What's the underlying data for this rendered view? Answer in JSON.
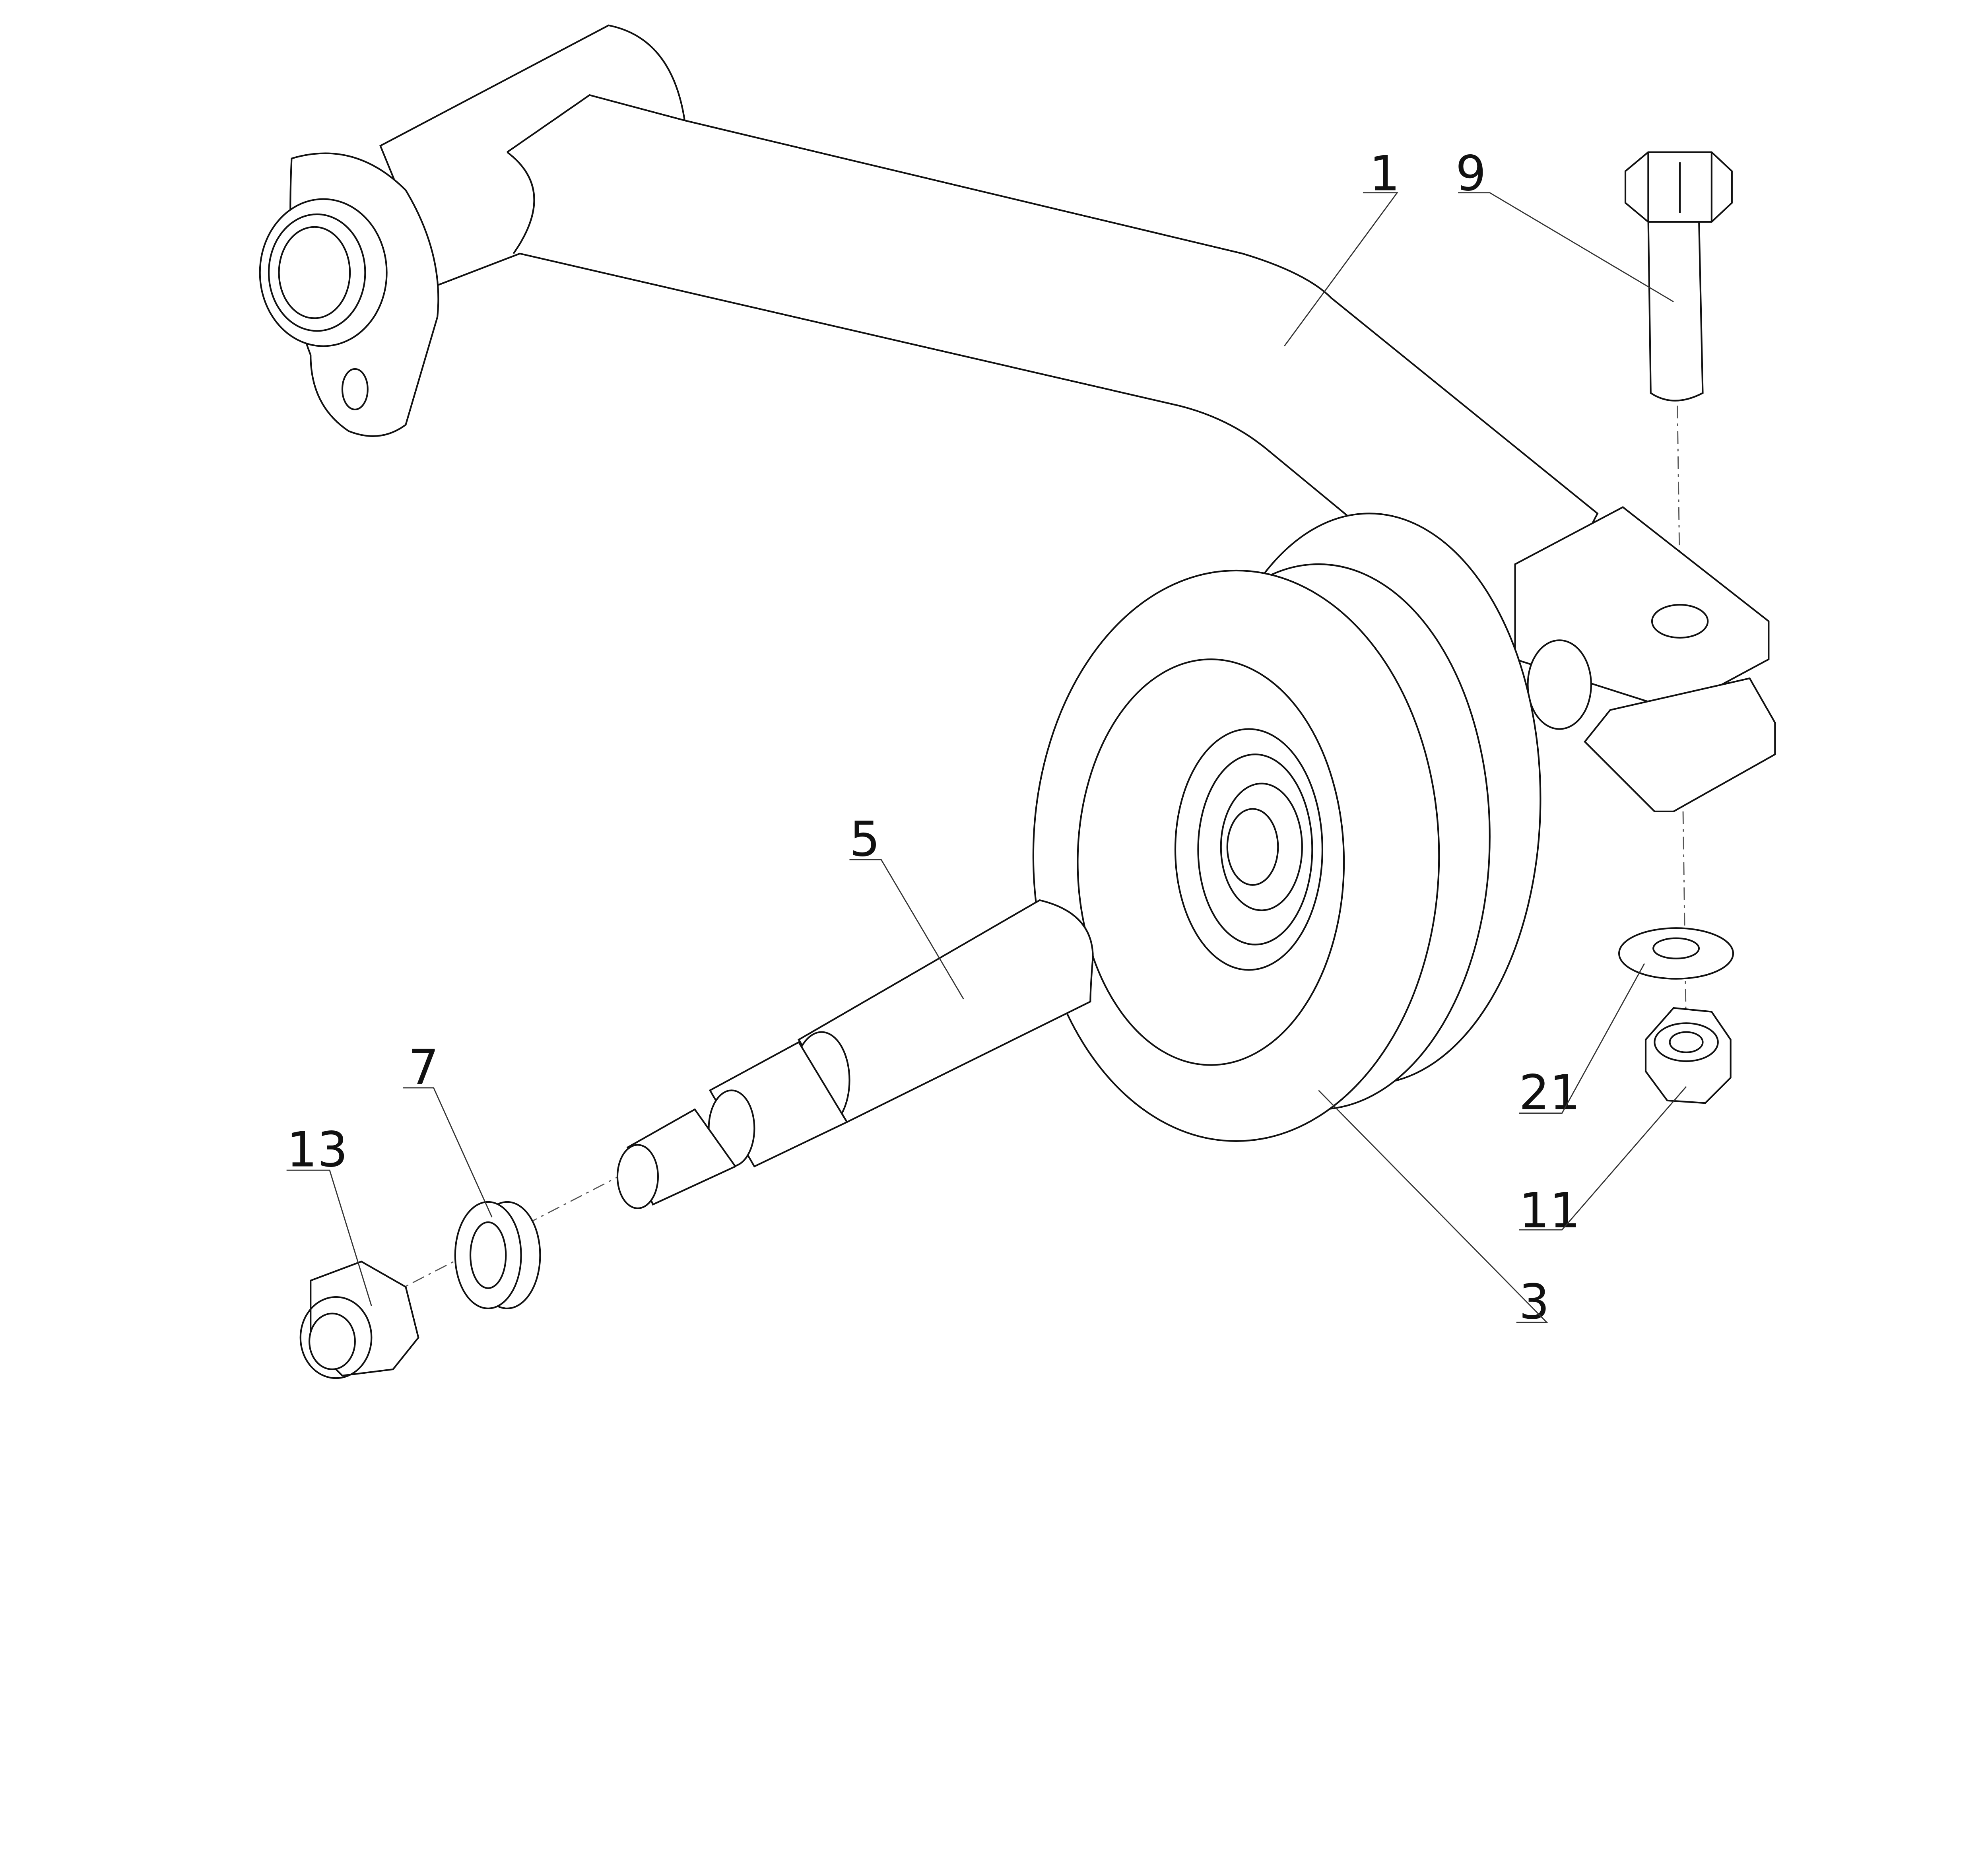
{
  "diagram": {
    "type": "exploded parts assembly",
    "callouts": [
      {
        "id": "part-1",
        "label": "1"
      },
      {
        "id": "part-9",
        "label": "9"
      },
      {
        "id": "part-5",
        "label": "5"
      },
      {
        "id": "part-21",
        "label": "21"
      },
      {
        "id": "part-11",
        "label": "11"
      },
      {
        "id": "part-7",
        "label": "7"
      },
      {
        "id": "part-13",
        "label": "13"
      },
      {
        "id": "part-3",
        "label": "3"
      }
    ]
  }
}
